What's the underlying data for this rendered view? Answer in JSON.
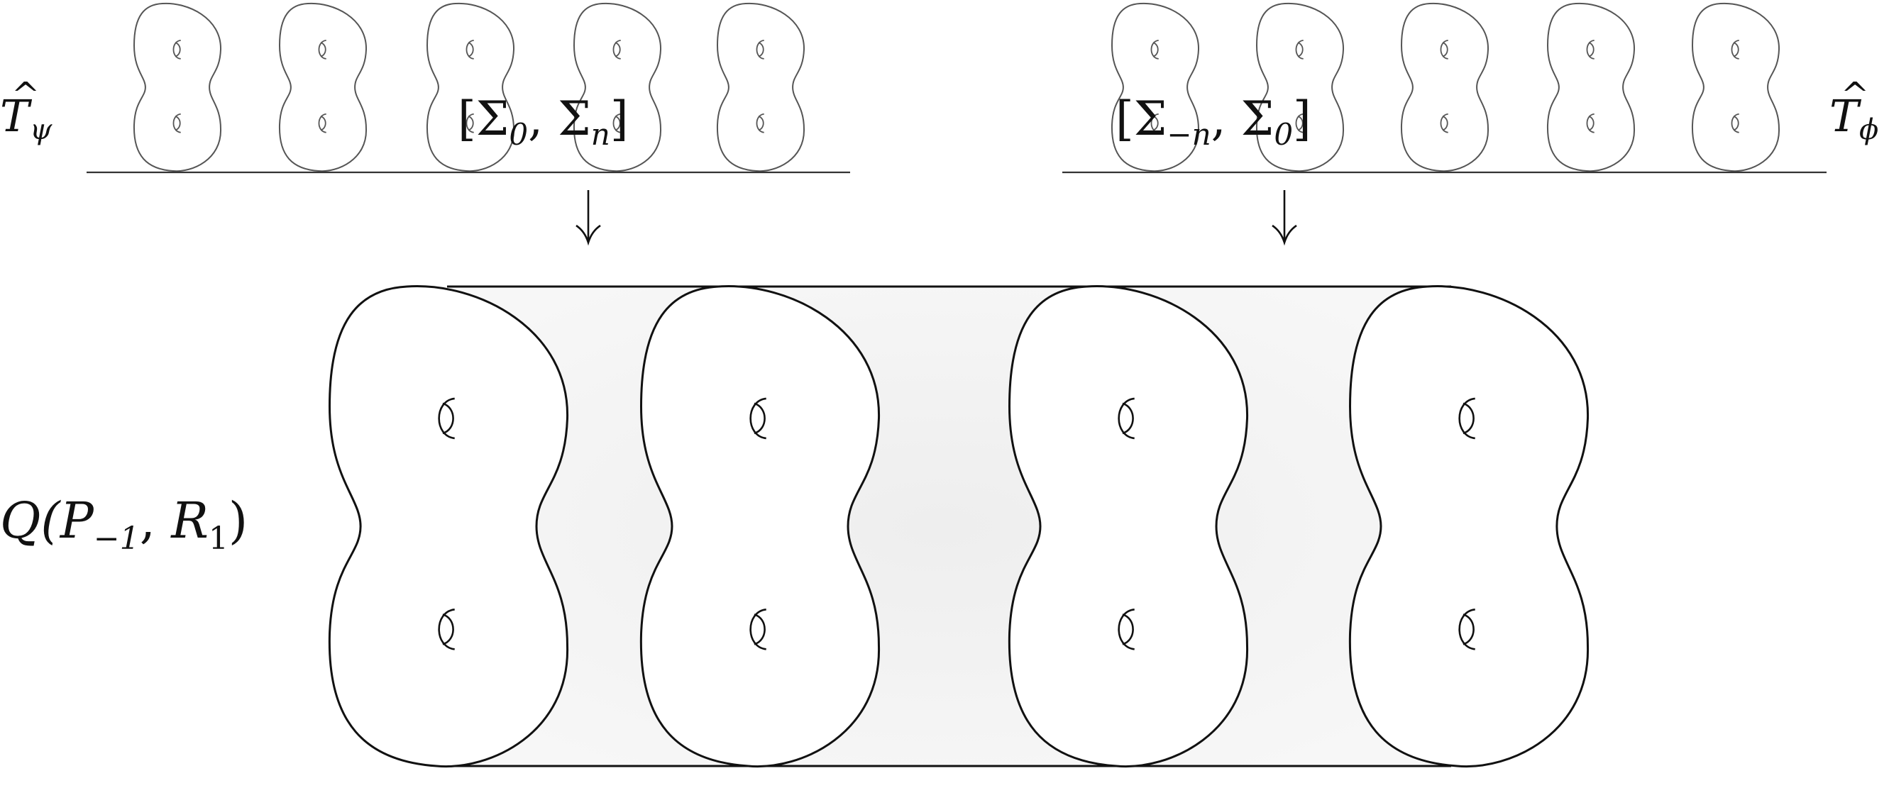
{
  "labels": {
    "left_operator": {
      "base": "T",
      "sub": "ψ",
      "hat": "^"
    },
    "right_operator": {
      "base": "T",
      "sub": "ϕ",
      "hat": "^"
    },
    "left_interval": {
      "open": "[",
      "a": "Σ",
      "a_sub": "0",
      "sep": ", ",
      "b": "Σ",
      "b_sub": "n",
      "close": "]"
    },
    "right_interval": {
      "open": "[",
      "a": "Σ",
      "a_sub": "−n",
      "sep": ", ",
      "b": "Σ",
      "b_sub": "0",
      "close": "]"
    },
    "quotient": {
      "prefix": "Q(",
      "p": "P",
      "p_sub": "−1",
      "sep": ", ",
      "r": "R",
      "r_sub": "1",
      "close": ")"
    }
  },
  "arrow_glyph": "↓",
  "colors": {
    "ink": "#111111",
    "thin_ink": "#555555",
    "shade": "#eeeeee"
  }
}
